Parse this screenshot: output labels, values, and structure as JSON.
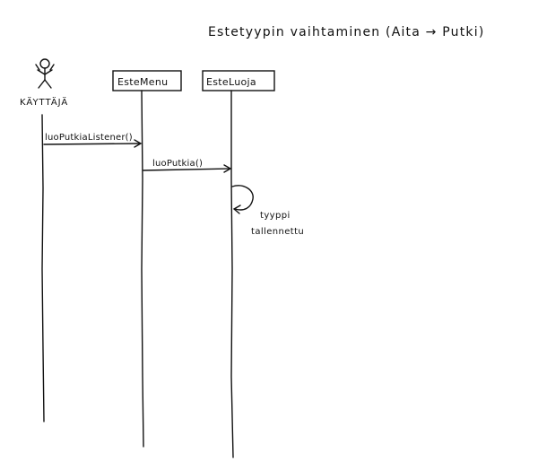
{
  "title": "Estetyypin vaihtaminen (Aita → Putki)",
  "actor": {
    "label": "KÄYTTÄJÄ",
    "icon": "stick-figure-icon"
  },
  "participants": [
    {
      "label": "EsteMenu"
    },
    {
      "label": "EsteLuoja"
    }
  ],
  "messages": [
    {
      "label": "luoPutkiaListener()"
    },
    {
      "label": "luoPutkia()"
    }
  ],
  "self_note": {
    "line1": "tyyppi",
    "line2": "tallennettu"
  },
  "colors": {
    "ink": "#111111",
    "paper": "#ffffff"
  }
}
